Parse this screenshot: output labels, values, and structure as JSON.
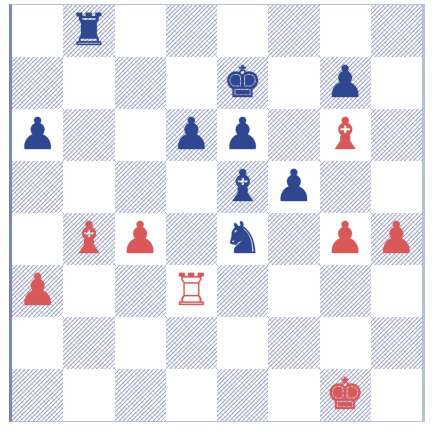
{
  "board": {
    "light_square_color": "#ffffff",
    "dark_square_color": "#5f69a0",
    "black_piece_color": "#2f4791",
    "white_piece_color": "#d9595b",
    "squares": [
      {
        "square": "a8",
        "piece": null
      },
      {
        "square": "b8",
        "piece": {
          "side": "black",
          "type": "rook",
          "glyph": "♜"
        }
      },
      {
        "square": "c8",
        "piece": null
      },
      {
        "square": "d8",
        "piece": null
      },
      {
        "square": "e8",
        "piece": null
      },
      {
        "square": "f8",
        "piece": null
      },
      {
        "square": "g8",
        "piece": null
      },
      {
        "square": "h8",
        "piece": null
      },
      {
        "square": "a7",
        "piece": null
      },
      {
        "square": "b7",
        "piece": null
      },
      {
        "square": "c7",
        "piece": null
      },
      {
        "square": "d7",
        "piece": null
      },
      {
        "square": "e7",
        "piece": {
          "side": "black",
          "type": "king",
          "glyph": "♚"
        }
      },
      {
        "square": "f7",
        "piece": null
      },
      {
        "square": "g7",
        "piece": {
          "side": "black",
          "type": "pawn",
          "glyph": "♟"
        }
      },
      {
        "square": "h7",
        "piece": null
      },
      {
        "square": "a6",
        "piece": {
          "side": "black",
          "type": "pawn",
          "glyph": "♟"
        }
      },
      {
        "square": "b6",
        "piece": null
      },
      {
        "square": "c6",
        "piece": null
      },
      {
        "square": "d6",
        "piece": {
          "side": "black",
          "type": "pawn",
          "glyph": "♟"
        }
      },
      {
        "square": "e6",
        "piece": {
          "side": "black",
          "type": "pawn",
          "glyph": "♟"
        }
      },
      {
        "square": "f6",
        "piece": null
      },
      {
        "square": "g6",
        "piece": {
          "side": "white",
          "type": "bishop",
          "glyph": "♝"
        }
      },
      {
        "square": "h6",
        "piece": null
      },
      {
        "square": "a5",
        "piece": null
      },
      {
        "square": "b5",
        "piece": null
      },
      {
        "square": "c5",
        "piece": null
      },
      {
        "square": "d5",
        "piece": null
      },
      {
        "square": "e5",
        "piece": {
          "side": "black",
          "type": "bishop",
          "glyph": "♝"
        }
      },
      {
        "square": "f5",
        "piece": {
          "side": "black",
          "type": "pawn",
          "glyph": "♟"
        }
      },
      {
        "square": "g5",
        "piece": null
      },
      {
        "square": "h5",
        "piece": null
      },
      {
        "square": "a4",
        "piece": null
      },
      {
        "square": "b4",
        "piece": {
          "side": "white",
          "type": "bishop",
          "glyph": "♝"
        }
      },
      {
        "square": "c4",
        "piece": {
          "side": "white",
          "type": "pawn",
          "glyph": "♟"
        }
      },
      {
        "square": "d4",
        "piece": null
      },
      {
        "square": "e4",
        "piece": {
          "side": "black",
          "type": "knight",
          "glyph": "♞"
        }
      },
      {
        "square": "f4",
        "piece": null
      },
      {
        "square": "g4",
        "piece": {
          "side": "white",
          "type": "pawn",
          "glyph": "♟"
        }
      },
      {
        "square": "h4",
        "piece": {
          "side": "white",
          "type": "pawn",
          "glyph": "♟"
        }
      },
      {
        "square": "a3",
        "piece": {
          "side": "white",
          "type": "pawn",
          "glyph": "♟"
        }
      },
      {
        "square": "b3",
        "piece": null
      },
      {
        "square": "c3",
        "piece": null
      },
      {
        "square": "d3",
        "piece": {
          "side": "white",
          "type": "rook",
          "glyph": "♖"
        }
      },
      {
        "square": "e3",
        "piece": null
      },
      {
        "square": "f3",
        "piece": null
      },
      {
        "square": "g3",
        "piece": null
      },
      {
        "square": "h3",
        "piece": null
      },
      {
        "square": "a2",
        "piece": null
      },
      {
        "square": "b2",
        "piece": null
      },
      {
        "square": "c2",
        "piece": null
      },
      {
        "square": "d2",
        "piece": null
      },
      {
        "square": "e2",
        "piece": null
      },
      {
        "square": "f2",
        "piece": null
      },
      {
        "square": "g2",
        "piece": null
      },
      {
        "square": "h2",
        "piece": null
      },
      {
        "square": "a1",
        "piece": null
      },
      {
        "square": "b1",
        "piece": null
      },
      {
        "square": "c1",
        "piece": null
      },
      {
        "square": "d1",
        "piece": null
      },
      {
        "square": "e1",
        "piece": null
      },
      {
        "square": "f1",
        "piece": null
      },
      {
        "square": "g1",
        "piece": {
          "side": "white",
          "type": "king",
          "glyph": "♚"
        }
      },
      {
        "square": "h1",
        "piece": null
      }
    ]
  }
}
